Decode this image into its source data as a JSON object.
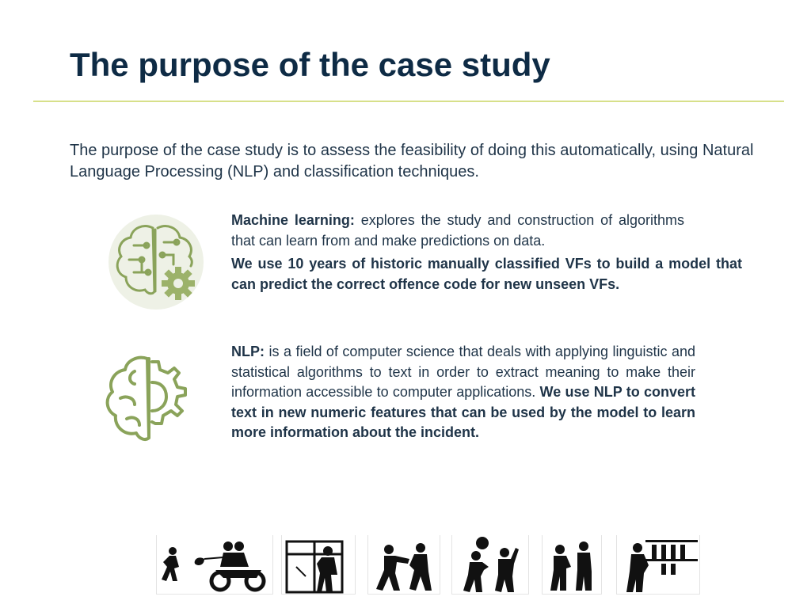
{
  "slide": {
    "title": "The purpose of the case study",
    "intro": "The purpose of the case study is to assess the feasibility of doing this automatically, using Natural Language Processing (NLP) and classification techniques."
  },
  "ml": {
    "term": "Machine learning:",
    "definition": " explores the study and construction of algorithms that can learn from and make predictions on data.",
    "usage": "We use 10 years of historic manually classified VFs to build a model that can predict the correct offence code for new unseen VFs."
  },
  "nlp": {
    "term": "NLP:",
    "definition": " is a field of computer science that deals with applying linguistic and statistical algorithms to text in order to extract meaning to make their information accessible to computer applications. ",
    "usage": "We use NLP to convert text in new numeric features that can be used by the model to learn more information about the incident."
  },
  "icons": {
    "brain_gear": "brain-gear-icon",
    "brain_cog": "brain-cog-icon",
    "crime_pictograms": [
      "bag-snatch-motorbike",
      "burglary-window",
      "assault-fight",
      "robbery-money",
      "pickpocket",
      "shoplifting-bottles"
    ]
  },
  "colors": {
    "title": "#0e2b45",
    "rule": "#d7e08a",
    "icon_green": "#8aa35a"
  }
}
